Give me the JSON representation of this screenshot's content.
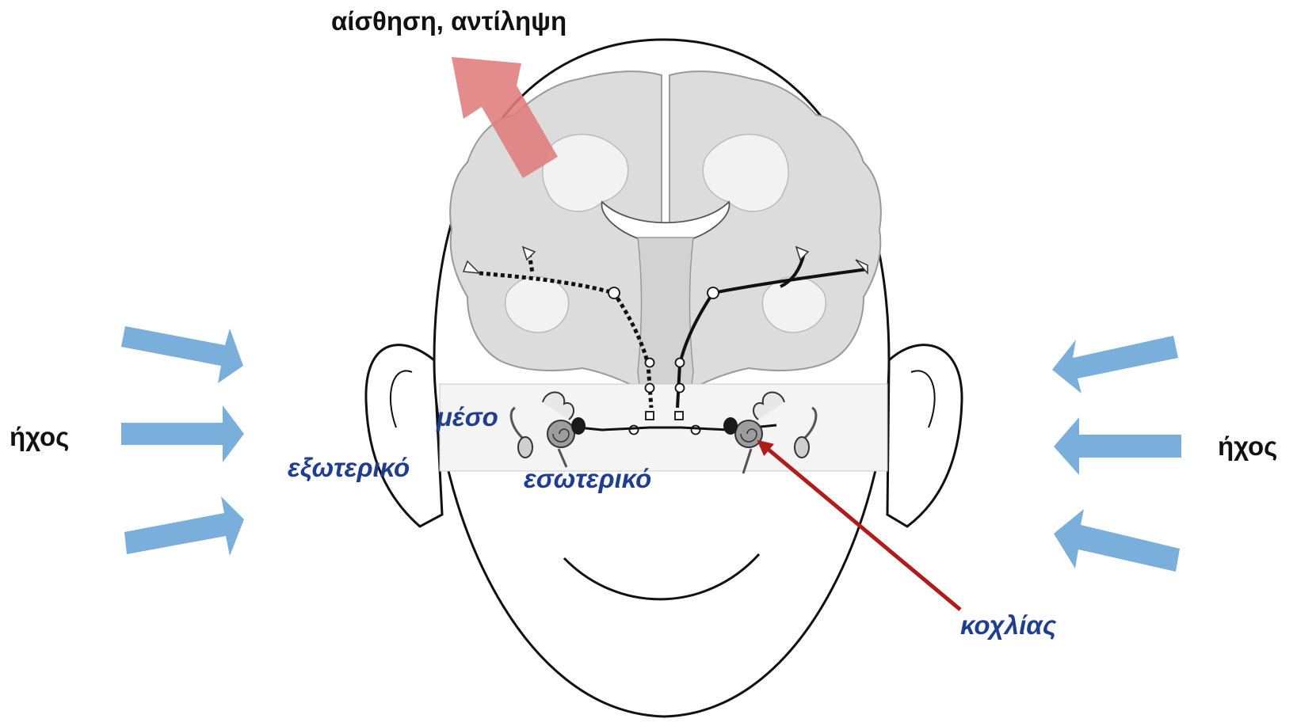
{
  "labels": {
    "top": "αίσθηση, αντίληψη",
    "sound_left": "ήχος",
    "sound_right": "ήχος",
    "outer_ear": "εξωτερικό",
    "middle_ear": "μέσο",
    "inner_ear": "εσωτερικό",
    "cochlea": "κοχλίας"
  },
  "colors": {
    "sound_arrow": "#7aaedb",
    "perception_arrow": "#e07b7b",
    "cochlea_pointer": "#b01c1c",
    "label_blue": "#1f3e8f",
    "brain_gray": "#dcdcdc"
  }
}
